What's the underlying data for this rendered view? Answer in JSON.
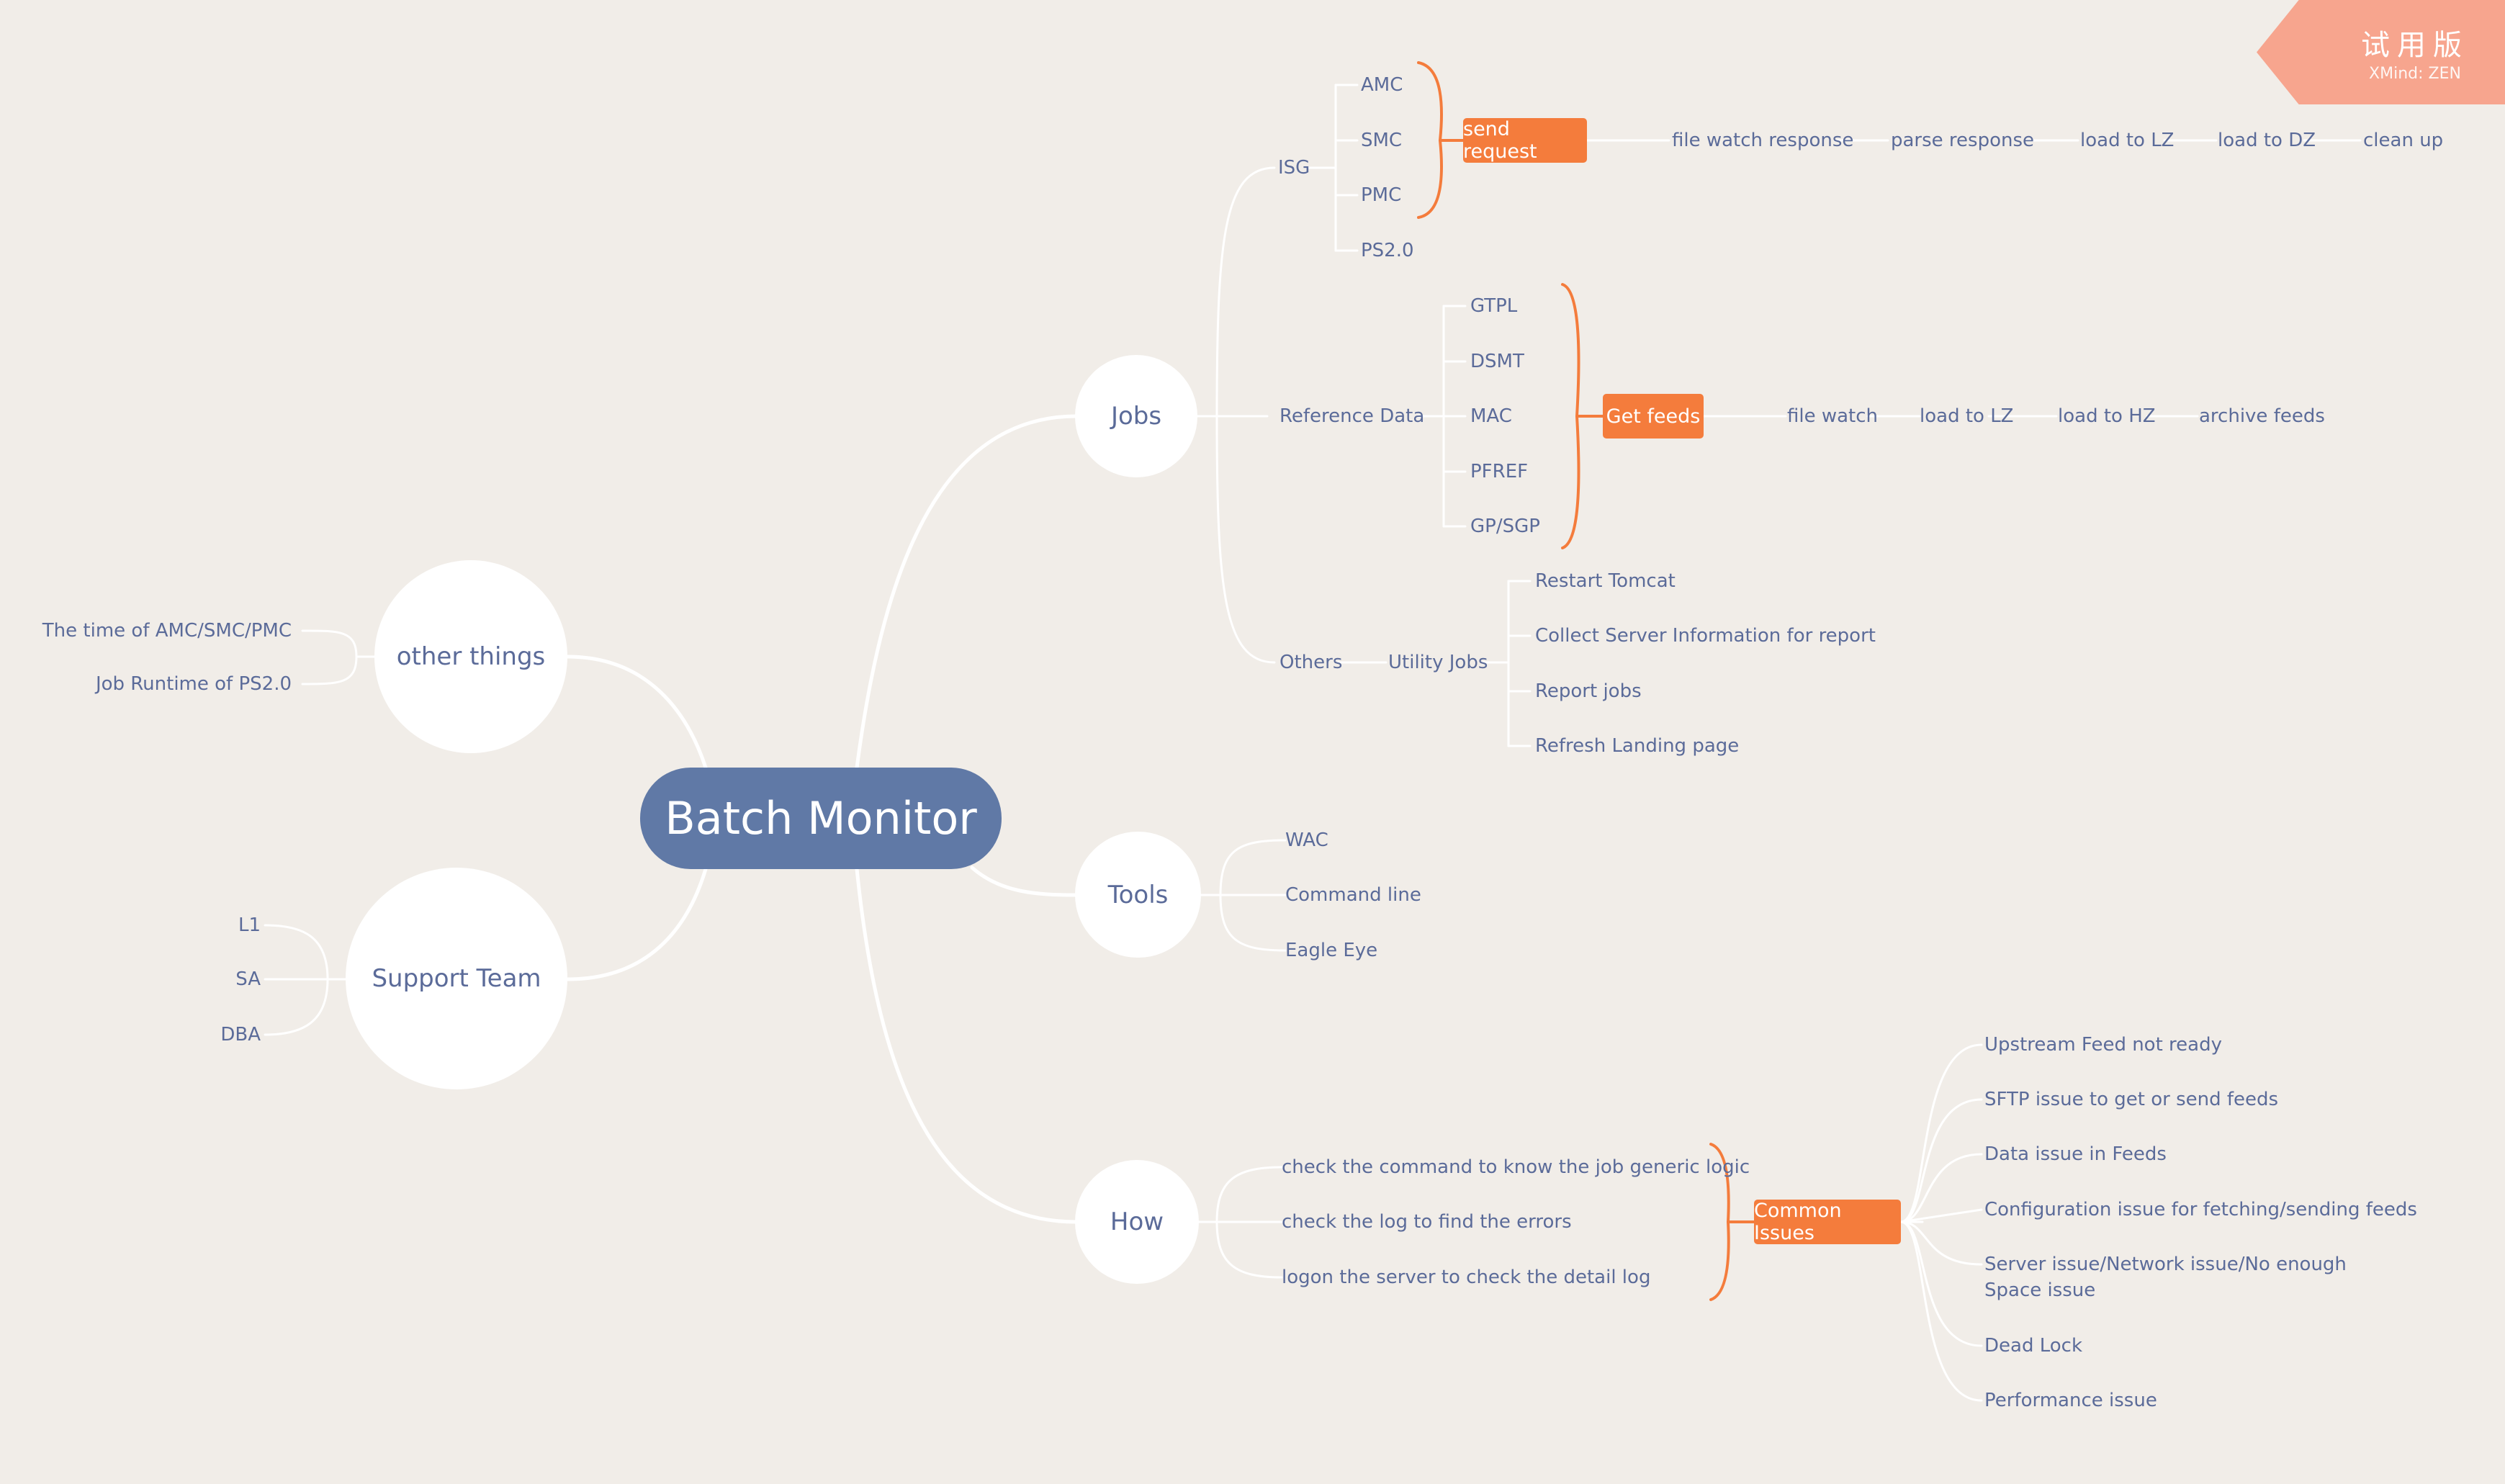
{
  "root": {
    "label": "Batch Monitor"
  },
  "watermark": {
    "title": "试用版",
    "subtitle": "XMind: ZEN"
  },
  "colors": {
    "background": "#f1ede8",
    "root": "#6079a6",
    "text": "#5b6b99",
    "accent": "#f47c3c",
    "watermark": "#f7a58e"
  },
  "branches": {
    "jobs": {
      "label": "Jobs",
      "isg": {
        "label": "ISG",
        "items": [
          "AMC",
          "SMC",
          "PMC",
          "PS2.0"
        ],
        "action": "send request",
        "flow": [
          "file watch response",
          "parse response",
          "load to LZ",
          "load to DZ",
          "clean up"
        ]
      },
      "refdata": {
        "label": "Reference Data",
        "items": [
          "GTPL",
          "DSMT",
          "MAC",
          "PFREF",
          "GP/SGP"
        ],
        "action": "Get feeds",
        "flow": [
          "file watch",
          "load to LZ",
          "load to HZ",
          "archive feeds"
        ]
      },
      "others": {
        "label": "Others",
        "utility": "Utility Jobs",
        "items": [
          "Restart Tomcat",
          "Collect Server Information for report",
          "Report jobs",
          "Refresh Landing page"
        ]
      }
    },
    "tools": {
      "label": "Tools",
      "items": [
        "WAC",
        "Command line",
        "Eagle Eye"
      ]
    },
    "how": {
      "label": "How",
      "items": [
        "check the command to know the job generic logic",
        "check the log to find the errors",
        "logon the server to check the detail log"
      ],
      "action": "Common Issues",
      "issues": [
        "Upstream Feed not ready",
        "SFTP issue to get or send feeds",
        "Data issue in Feeds",
        "Configuration issue for fetching/sending feeds",
        "Server issue/Network issue/No enough Space issue",
        "Dead Lock",
        "Performance issue"
      ]
    },
    "other_things": {
      "label": "other things",
      "items": [
        "The time of AMC/SMC/PMC",
        "Job Runtime of PS2.0"
      ]
    },
    "support_team": {
      "label": "Support Team",
      "items": [
        "L1",
        "SA",
        "DBA"
      ]
    }
  }
}
